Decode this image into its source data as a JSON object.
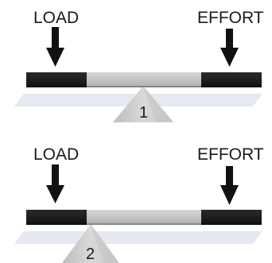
{
  "levers": [
    {
      "load_label": "LOAD",
      "effort_label": "EFFORT",
      "fulcrum_number": "1"
    },
    {
      "load_label": "LOAD",
      "effort_label": "EFFORT",
      "fulcrum_number": "2"
    }
  ],
  "colors": {
    "bar_dark": "#1c1c1c",
    "bar_light": "#c4c4c4",
    "fulcrum": "#d0d0d0",
    "arrow": "#111111",
    "shadow": "#e6e8f2"
  }
}
